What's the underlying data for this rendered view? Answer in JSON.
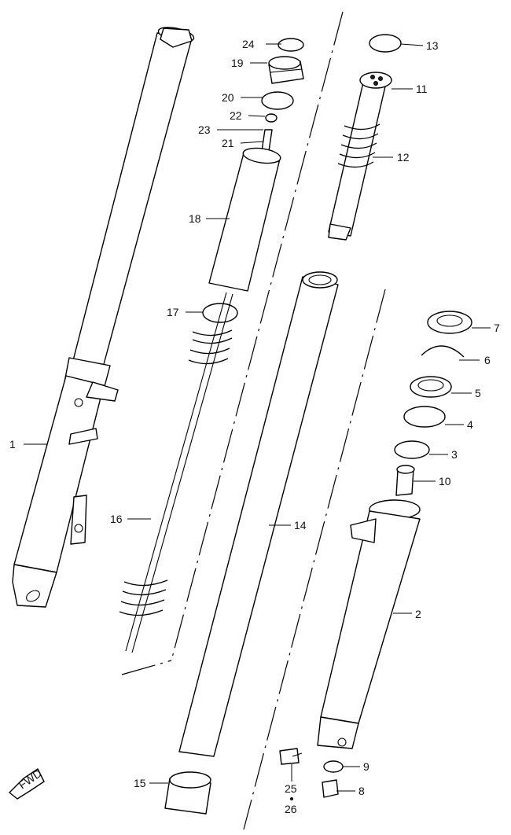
{
  "callouts": [
    "1",
    "2",
    "3",
    "4",
    "5",
    "6",
    "7",
    "8",
    "9",
    "10",
    "11",
    "12",
    "13",
    "14",
    "15",
    "16",
    "17",
    "18",
    "19",
    "20",
    "21",
    "22",
    "23",
    "24",
    "25",
    "26"
  ],
  "fwd_label": "FWD",
  "colors": {
    "line": "#000000",
    "background": "#ffffff"
  }
}
